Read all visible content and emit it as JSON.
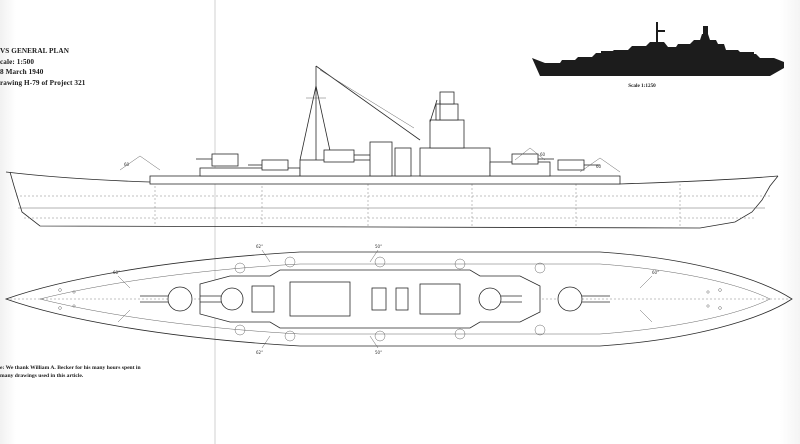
{
  "document": {
    "title_lines": [
      "VS GENERAL PLAN",
      "cale: 1:500",
      "8 March 1940",
      "rawing H-79 of Project 321"
    ],
    "silhouette_scale": "Scale 1:1250",
    "footnote_lines": [
      "e: We thank William A. Becker for his many hours spent in",
      "many drawings used in this article."
    ]
  },
  "drawings": {
    "profile_view": "warship-profile-elevation",
    "plan_view": "warship-deck-plan",
    "silhouette": "warship-silhouette"
  },
  "colors": {
    "ink": "#1c1c1c",
    "paper": "#ffffff"
  }
}
